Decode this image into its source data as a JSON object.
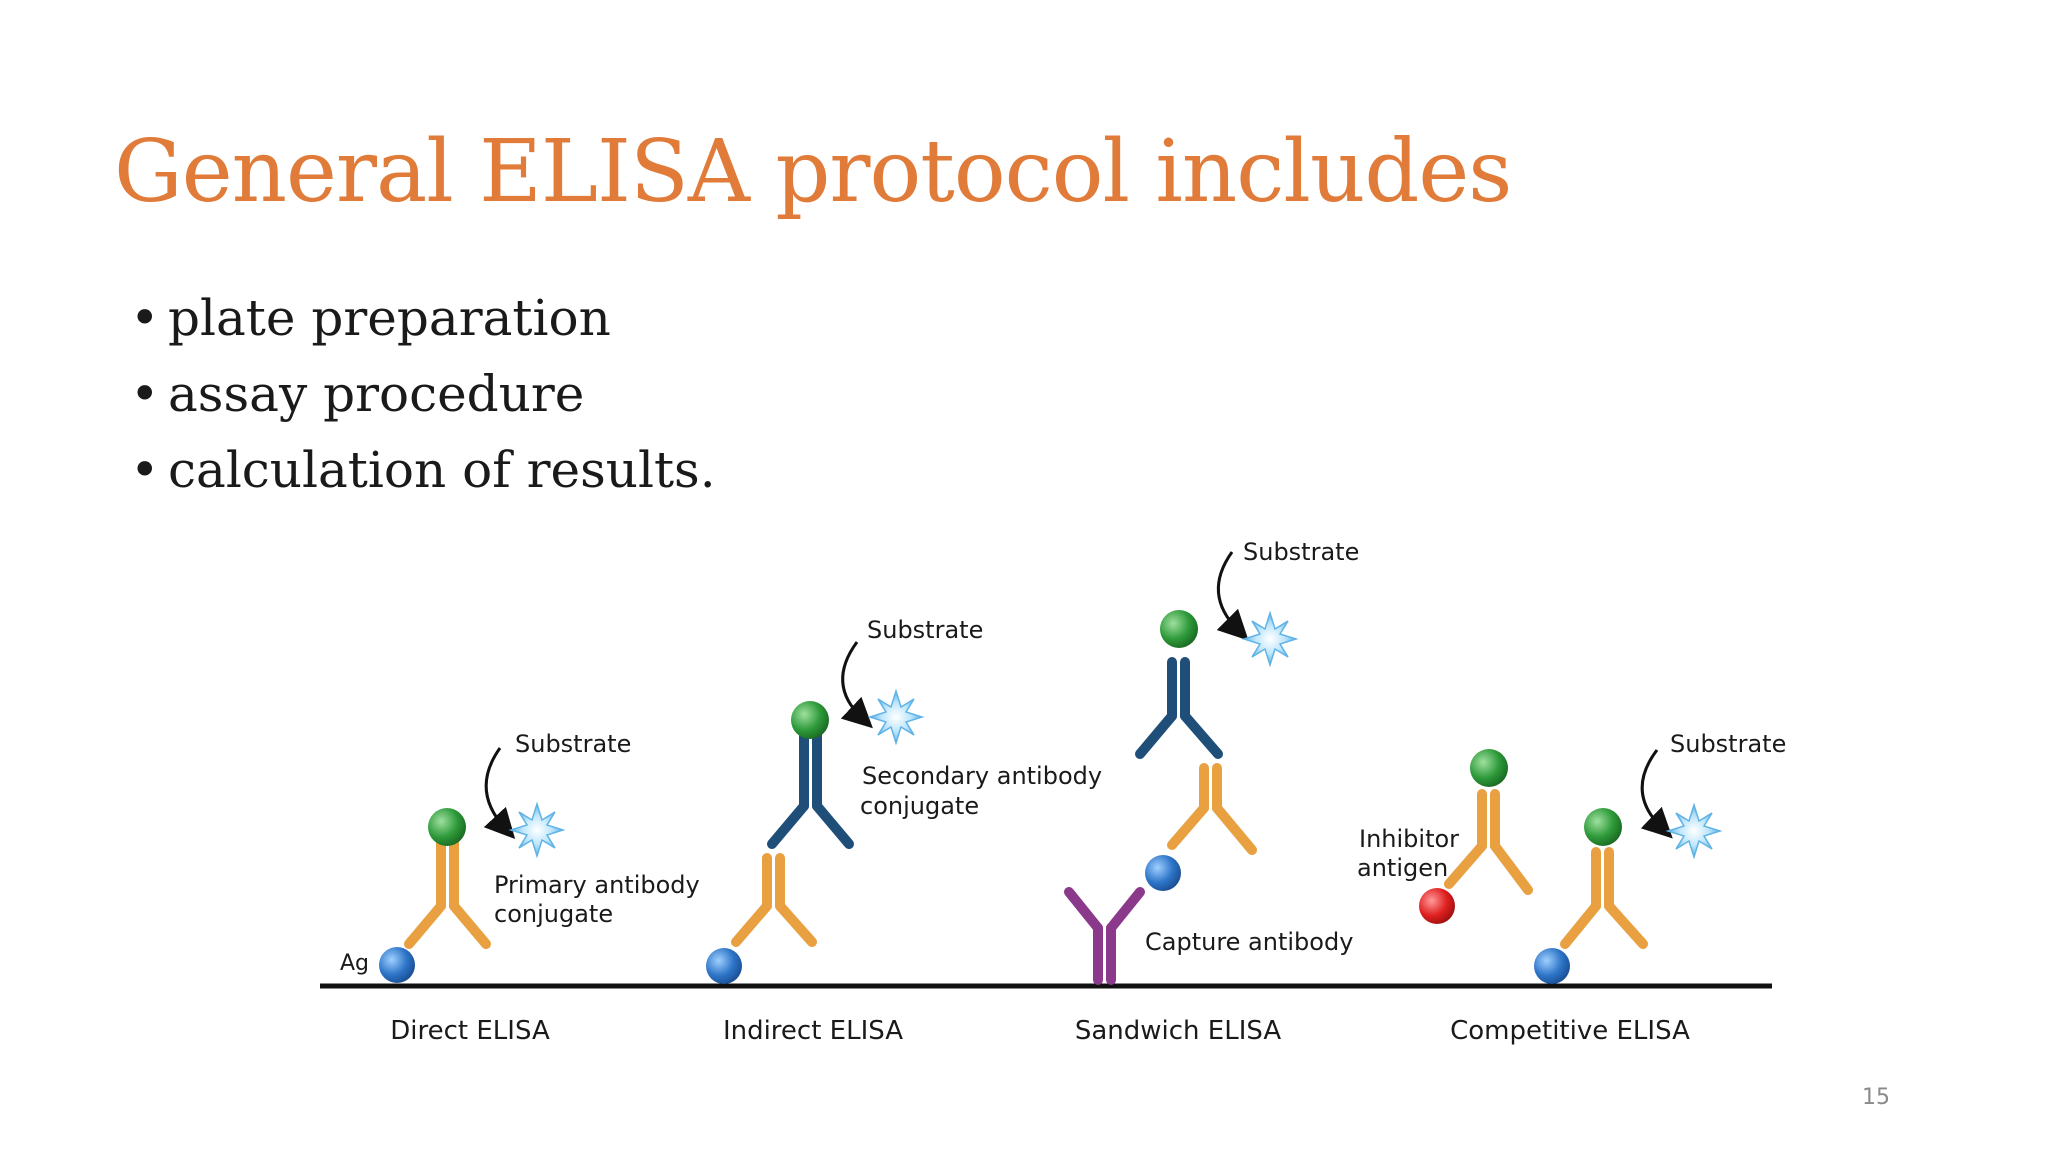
{
  "slide": {
    "title": "General ELISA protocol includes",
    "bullets": [
      "plate preparation",
      "assay procedure",
      "calculation of results."
    ],
    "page_number": "15"
  },
  "diagram": {
    "labels": {
      "ag": "Ag",
      "substrate": "Substrate",
      "primary_conjugate_line1": "Primary antibody",
      "primary_conjugate_line2": "conjugate",
      "secondary_conjugate_line1": "Secondary antibody",
      "secondary_conjugate_line2": "conjugate",
      "capture_antibody": "Capture antibody",
      "inhibitor_line1": "Inhibitor",
      "inhibitor_line2": "antigen"
    },
    "panels": [
      "Direct ELISA",
      "Indirect ELISA",
      "Sandwich ELISA",
      "Competitive ELISA"
    ],
    "colors": {
      "primary_antibody": "#E8A040",
      "secondary_antibody": "#1F4E79",
      "capture_antibody": "#8B3A8B",
      "antigen": "#2E75C8",
      "enzyme": "#2E9A3A",
      "inhibitor": "#E02020",
      "substrate": "#7EC8F0"
    }
  }
}
